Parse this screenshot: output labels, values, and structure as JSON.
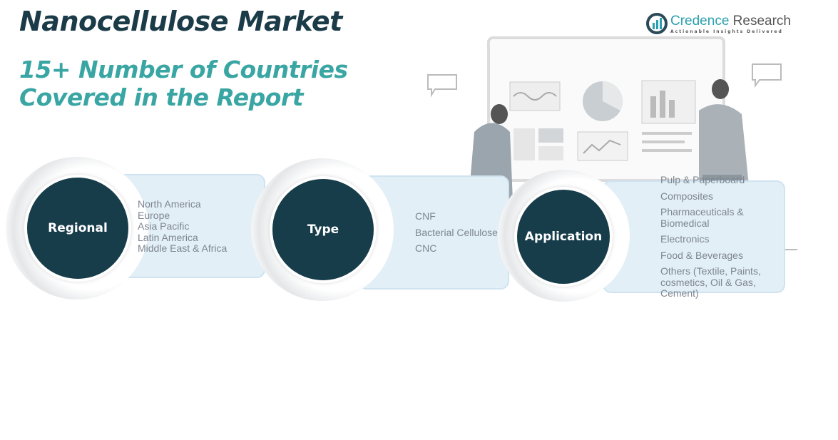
{
  "title": "Nanocellulose Market",
  "subtitle_line1": "15+ Number of Countries",
  "subtitle_line2": "Covered in the Report",
  "logo": {
    "name_part1": "Credence",
    "name_part2": " Research",
    "tagline": "Actionable Insights Delivered"
  },
  "segments": [
    {
      "label": "Regional",
      "items": [
        "North America",
        "Europe",
        "Asia Pacific",
        "Latin America",
        "Middle East & Africa"
      ]
    },
    {
      "label": "Type",
      "items": [
        "CNF",
        "Bacterial Cellulose",
        "CNC"
      ]
    },
    {
      "label": "Application",
      "items": [
        "Pulp & Paperboard",
        "Composites",
        "Pharmaceuticals & Biomedical",
        "Electronics",
        "Food & Beverages",
        "Others (Textile, Paints, cosmetics, Oil & Gas, Cement)"
      ]
    }
  ]
}
